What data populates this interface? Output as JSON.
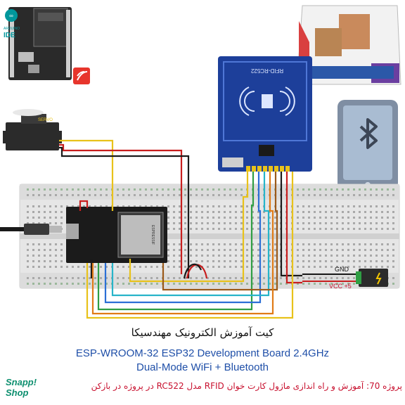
{
  "logos": {
    "arduino_lines": [
      "ARDUINO",
      "IDE"
    ],
    "shop_line1": "Snapp!",
    "shop_line2": "Shop"
  },
  "servo": {
    "label": "SERVO"
  },
  "rfid": {
    "label": "RFID-RC522"
  },
  "power": {
    "gnd_label": "GND",
    "vcc_label": "VCC +5"
  },
  "esp_chip": {
    "label": "ESPRESSIF"
  },
  "kit_title": "کیت آموزش الکترونیک مهندسیکا",
  "board_title_1": "ESP-WROOM-32 ESP32  Development Board 2.4GHz",
  "board_title_2": "Dual-Mode WiFi + Bluetooth",
  "project_line": "پروژه 70: آموزش و راه اندازی ماژول کارت خوان RFID مدل RC522 در پروژه در بازکن",
  "colors": {
    "wire_red": "#c81e1e",
    "wire_black": "#1a1a1a",
    "wire_yellow": "#e8c21a",
    "wire_green": "#2f9e44",
    "wire_blue": "#2b6fd6",
    "wire_cyan": "#27b4c9",
    "wire_brown": "#9b5a1a",
    "wire_orange": "#e07b16",
    "rfid_board": "#1d3f9a",
    "esp_board": "#1b1b1b",
    "title_blue": "#1f4fa8",
    "project_red": "#c8102e"
  }
}
